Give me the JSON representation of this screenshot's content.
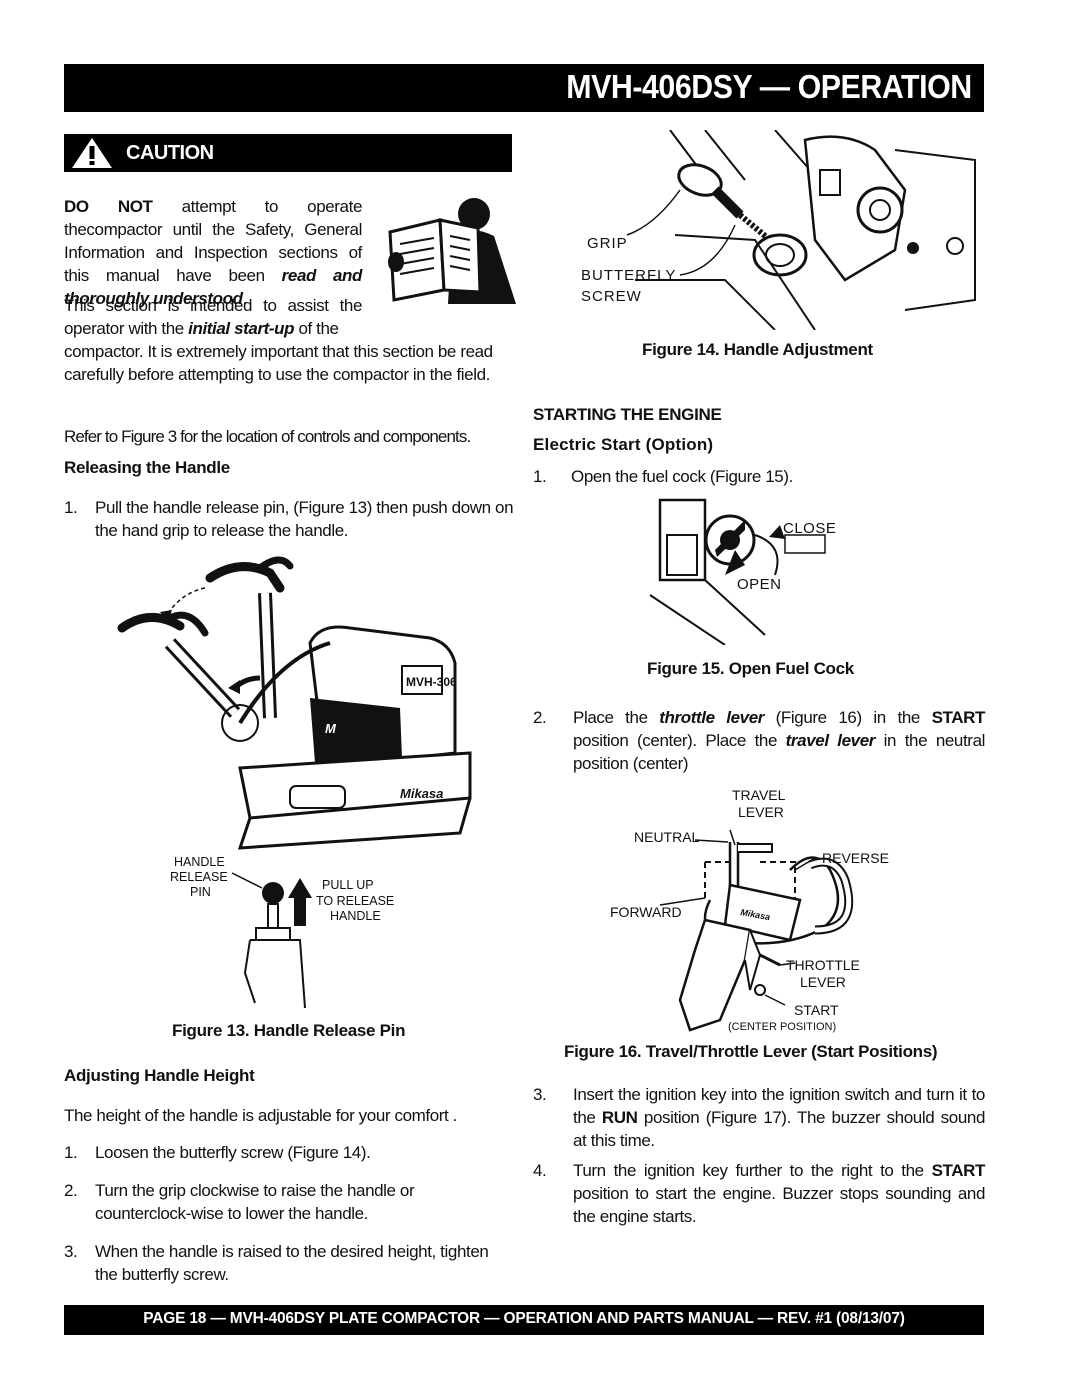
{
  "header": {
    "title": "MVH-406DSY — OPERATION"
  },
  "caution": {
    "label": "CAUTION",
    "p1_bold": "DO NOT",
    "p1_a": " attempt to operate thecompactor until the Safety, General Information and Inspection sections of this manual have been ",
    "p1_emph": "read and  thoroughly understood",
    "p1_end": ".",
    "p2_a": "This section is intended to assist the operator with the ",
    "p2_emph": "initial start-up",
    "p2_b": " of the",
    "p2_c": "compactor.  It is extremely important that this section be read carefully before attempting to use the compactor in the field."
  },
  "left": {
    "refer": "Refer to Figure 3 for the location of controls and components.",
    "releasing_heading": "Releasing the Handle",
    "releasing_steps": [
      {
        "num": "1.",
        "text": "Pull the handle release pin, (Figure 13)  then push down on the hand grip to release the handle."
      }
    ],
    "fig13_labels": {
      "handle_release_pin_1": "HANDLE",
      "handle_release_pin_2": "RELEASE",
      "handle_release_pin_3": "PIN",
      "pull_up_1": "PULL UP",
      "pull_up_2": "TO RELEASE",
      "pull_up_3": "HANDLE",
      "model_decal": "MVH-306"
    },
    "fig13_caption": "Figure  13.  Handle Release Pin",
    "adjusting_heading": "Adjusting Handle Height",
    "adjusting_intro": "The height of the handle is adjustable for your comfort .",
    "adjusting_steps": [
      {
        "num": "1.",
        "text": "Loosen the butterfly screw (Figure 14)."
      },
      {
        "num": "2.",
        "text": "Turn the grip clockwise to raise the handle or counterclock-wise to lower the handle."
      },
      {
        "num": "3.",
        "text": "When the handle is raised to the desired height, tighten the butterfly screw."
      }
    ]
  },
  "right": {
    "fig14_labels": {
      "grip": "GRIP",
      "butterfly": "BUTTERFLY",
      "screw": "SCREW"
    },
    "fig14_caption": "Figure  14.  Handle Adjustment",
    "starting_heading": "STARTING THE ENGINE",
    "electric_heading": "Electric Start (Option)",
    "step1": {
      "num": "1.",
      "text": "Open the fuel cock (Figure 15)."
    },
    "fig15_labels": {
      "close": "CLOSE",
      "open": "OPEN"
    },
    "fig15_caption": "Figure  15.  Open Fuel Cock",
    "step2": {
      "num": "2.",
      "a": "Place  the ",
      "throttle": "throttle lever",
      "b": " (Figure 16) in the ",
      "start": "START",
      "c": " position (center). Place the ",
      "travel": "travel lever",
      "d": " in the neutral position (center)"
    },
    "fig16_labels": {
      "travel": "TRAVEL",
      "lever": "LEVER",
      "neutral": "NEUTRAL",
      "reverse": "REVERSE",
      "forward": "FORWARD",
      "throttle": "THROTTLE",
      "throttle_lever": "LEVER",
      "start": "START",
      "center_position": "(CENTER POSITION)"
    },
    "fig16_caption": "Figure  16.  Travel/Throttle Lever (Start Positions)",
    "step3": {
      "num": "3.",
      "a": "Insert the ignition key into the ignition switch and turn it to the ",
      "run": "RUN",
      "b": " position (Figure 17). The buzzer should sound at this time."
    },
    "step4": {
      "num": "4.",
      "a": "Turn the  ignition  key further to the right to the ",
      "start": "START",
      "b": " position to start the engine. Buzzer stops sounding and the engine starts."
    }
  },
  "footer": {
    "text": "PAGE 18 —  MVH-406DSY PLATE COMPACTOR —  OPERATION AND PARTS MANUAL — REV. #1 (08/13/07)"
  }
}
